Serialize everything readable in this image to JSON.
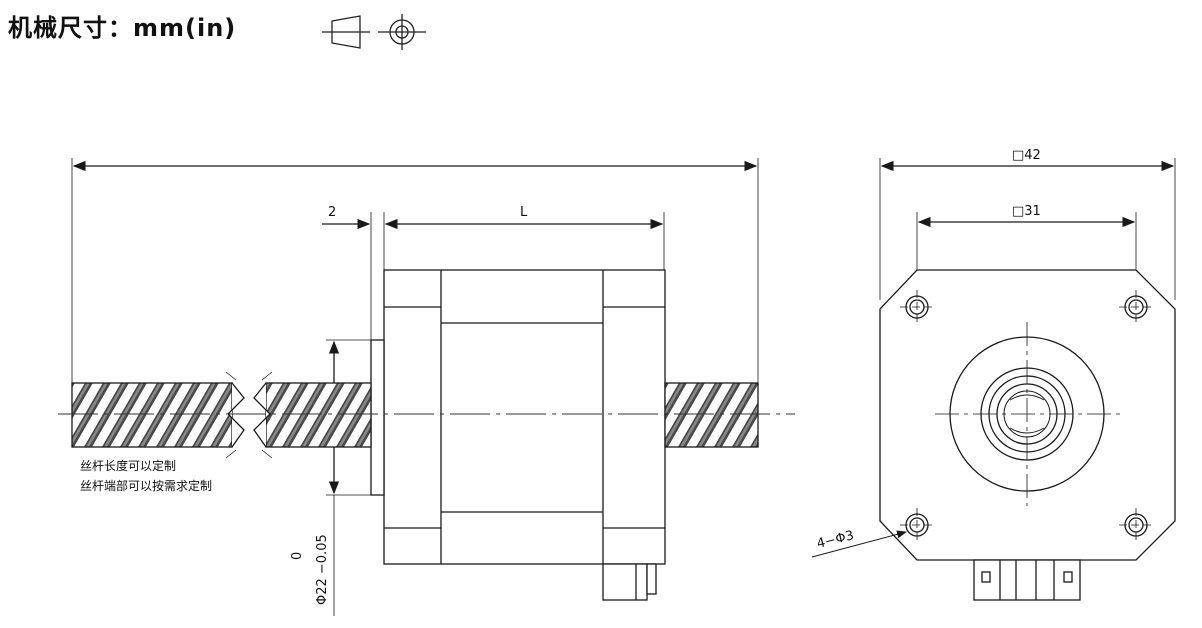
{
  "header": {
    "title": "机械尺寸：mm(in)",
    "projection_icons": [
      "third-angle-projection-icon"
    ]
  },
  "side_view": {
    "dim_overall_length": "",
    "dim_flange": "2",
    "dim_body_length": "L",
    "dim_boss_dia_top": "0",
    "dim_boss_dia_bottom": "Φ22 −0.05",
    "note_line1": "丝杆长度可以定制",
    "note_line2": "丝杆端部可以按需求定制"
  },
  "front_view": {
    "dim_outer": "□42",
    "dim_holes": "□31",
    "dim_mount_holes": "4−Φ3"
  },
  "colors": {
    "line": "#1a1a1a",
    "text": "#111111",
    "center_line": "#333333"
  }
}
